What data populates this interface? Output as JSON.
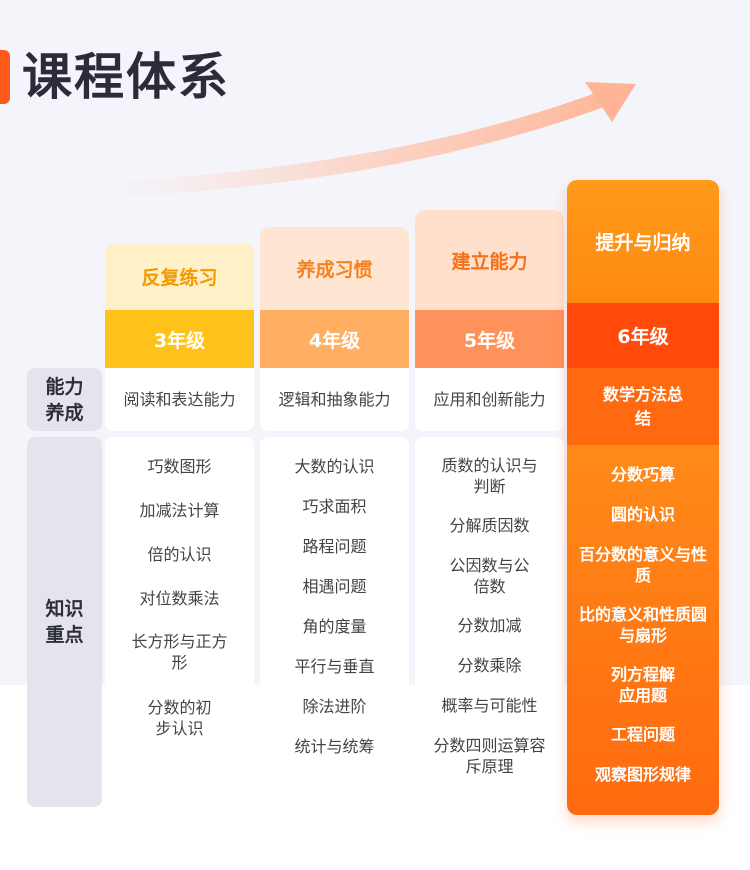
{
  "title": "课程体系",
  "labels": {
    "ability": "能力\n养成",
    "knowledge": "知识\n重点"
  },
  "colors": {
    "accent": "#ff5a1a",
    "highlight": "#ff4a0c"
  },
  "columns": [
    {
      "head": "反复练习",
      "grade": "3年级",
      "ability": "阅读和表达能力",
      "items": [
        "巧数图形",
        "加减法计算",
        "倍的认识",
        "对位数乘法",
        "长方形与正方形",
        "分数的初步认识"
      ]
    },
    {
      "head": "养成习惯",
      "grade": "4年级",
      "ability": "逻辑和抽象能力",
      "items": [
        "大数的认识",
        "巧求面积",
        "路程问题",
        "相遇问题",
        "角的度量",
        "平行与垂直",
        "除法进阶",
        "统计与统筹"
      ]
    },
    {
      "head": "建立能力",
      "grade": "5年级",
      "ability": "应用和创新能力",
      "items": [
        "质数的认识与判断",
        "分解质因数",
        "公因数与公倍数",
        "分数加减",
        "分数乘除",
        "概率与可能性",
        "分数四则运算容斥原理"
      ]
    },
    {
      "head": "提升与归纳",
      "grade": "6年级",
      "ability": "数学方法总结",
      "items": [
        "分数巧算",
        "圆的认识",
        "百分数的意义与性质",
        "比的意义和性质圆与扇形",
        "列方程解应用题",
        "工程问题",
        "观察图形规律"
      ]
    }
  ]
}
